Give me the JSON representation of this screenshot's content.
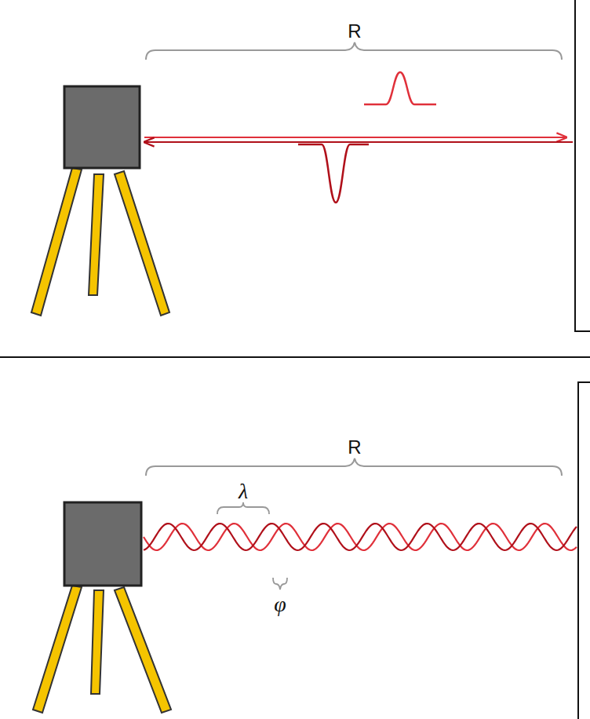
{
  "diagram": {
    "labels": [
      "R",
      "λ",
      "φ",
      "R"
    ]
  }
}
